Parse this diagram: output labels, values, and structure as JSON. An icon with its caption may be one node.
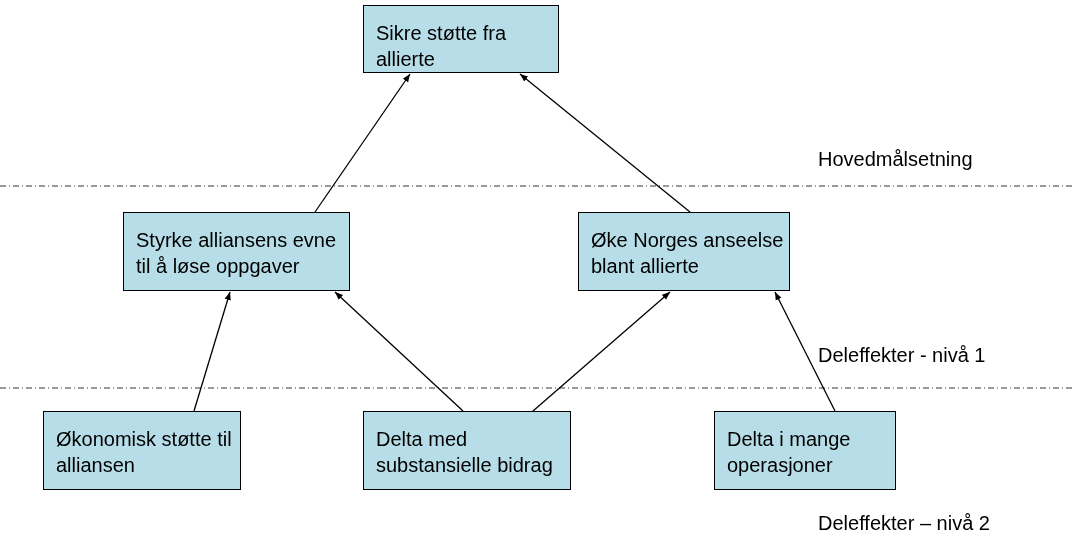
{
  "diagram": {
    "nodes": [
      {
        "text": [
          "Sikre støtte fra allierte"
        ]
      },
      {
        "text": [
          "Styrke alliansens evne til å løse oppgaver"
        ]
      },
      {
        "text": [
          "Øke Norges anseelse blant allierte"
        ]
      },
      {
        "text": [
          "Økonomisk støtte til alliansen"
        ]
      },
      {
        "text": [
          "Delta med substansielle bidrag"
        ]
      },
      {
        "text": [
          "Delta i mange operasjoner"
        ]
      }
    ],
    "edges": [
      {
        "from": 1,
        "to": 0,
        "arrow": "to"
      },
      {
        "from": 2,
        "to": 0,
        "arrow": "to"
      },
      {
        "from": 3,
        "to": 1,
        "arrow": "to"
      },
      {
        "from": 4,
        "to": 1,
        "arrow": "to"
      },
      {
        "from": 4,
        "to": 2,
        "arrow": "to"
      },
      {
        "from": 5,
        "to": 2,
        "arrow": "to"
      }
    ],
    "labels": [
      "Hovedmålsetning",
      "Deleffekter - nivå 1",
      "Deleffekter – nivå 2"
    ]
  }
}
